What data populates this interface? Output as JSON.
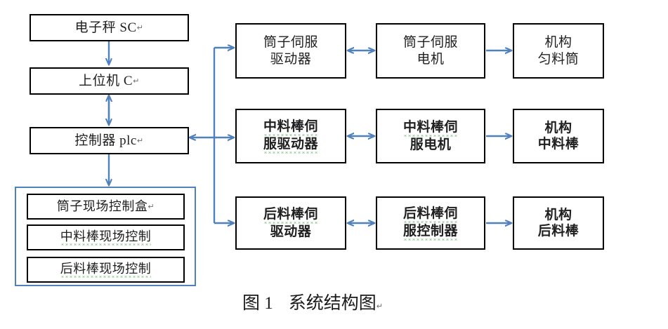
{
  "figure": {
    "caption_label": "图 1",
    "caption_title": "系统结构图",
    "caption_mark": "↵"
  },
  "colors": {
    "connector_blue": "#4F81BD",
    "box_border": "#000000",
    "group_border": "#4F81BD",
    "spellcheck_underline": "#3F9A3F",
    "background": "#FFFFFF"
  },
  "left_column": {
    "nodes": [
      {
        "id": "scale",
        "line1": "电子秤 SC",
        "line2": "",
        "mark": "↵"
      },
      {
        "id": "host-computer",
        "line1": "上位机 C",
        "line2": "",
        "mark": "↵"
      },
      {
        "id": "plc-controller",
        "line1": "控制器 plc",
        "line2": "",
        "mark": "↵"
      }
    ]
  },
  "field_control_group": {
    "items": [
      {
        "id": "bobbin-field-control-box",
        "label": "筒子现场控制盒",
        "mark": "↵",
        "spellcheck": false
      },
      {
        "id": "middle-rod-field-control",
        "label": "中料棒现场控制",
        "mark": "",
        "spellcheck": true
      },
      {
        "id": "rear-rod-field-control",
        "label": "后料棒现场控制",
        "mark": "",
        "spellcheck": true
      }
    ]
  },
  "right_rows": [
    {
      "id": "bobbin-row",
      "bold": false,
      "driver": {
        "line1": "筒子伺服",
        "line2": "驱动器",
        "mark1": "↵",
        "mark2": "↵",
        "spellcheck": false
      },
      "motor": {
        "line1": "筒子伺服",
        "line2": "电机",
        "mark1": "↵",
        "mark2": "↵",
        "spellcheck": false
      },
      "mechanism": {
        "line1": "机构",
        "line2": "匀料筒",
        "mark1": "↵",
        "mark2": "↵",
        "spellcheck": false
      }
    },
    {
      "id": "middle-rod-row",
      "bold": true,
      "driver": {
        "line1": "中料棒伺",
        "line2": "服驱动器",
        "mark1": "",
        "mark2": "↵",
        "spellcheck": true
      },
      "motor": {
        "line1": "中料棒伺",
        "line2": "服电机",
        "mark1": "↵",
        "mark2": "↵",
        "spellcheck": true
      },
      "mechanism": {
        "line1": "机构",
        "line2": "中料棒",
        "mark1": "↵",
        "mark2": "↵",
        "spellcheck": false
      }
    },
    {
      "id": "rear-rod-row",
      "bold": true,
      "driver": {
        "line1": "后料棒伺",
        "line2": "驱动器",
        "mark1": "↵",
        "mark2": "↵",
        "spellcheck": true
      },
      "motor": {
        "line1": "后料棒伺",
        "line2": "服控制器",
        "mark1": "",
        "mark2": "↵",
        "spellcheck": true
      },
      "mechanism": {
        "line1": "机构",
        "line2": "后料棒",
        "mark1": "↵",
        "mark2": "↵",
        "spellcheck": false
      }
    }
  ],
  "connectors": [
    {
      "id": "scale-to-host",
      "type": "arrow-down",
      "label": ""
    },
    {
      "id": "host-to-plc",
      "type": "double-arrow-vert",
      "label": ""
    },
    {
      "id": "plc-to-field-group",
      "type": "arrow-down",
      "label": ""
    },
    {
      "id": "plc-to-bus",
      "type": "double-arrow-horz",
      "label": ""
    },
    {
      "id": "bus-to-bobbin-driver",
      "type": "arrow-right",
      "label": ""
    },
    {
      "id": "bus-to-rear-driver",
      "type": "arrow-right",
      "label": ""
    },
    {
      "id": "bobbin-driver-motor",
      "type": "double-arrow-horz",
      "label": ""
    },
    {
      "id": "bobbin-motor-mech",
      "type": "arrow-right",
      "label": ""
    },
    {
      "id": "middle-driver-motor",
      "type": "double-arrow-horz",
      "label": ""
    },
    {
      "id": "middle-motor-mech",
      "type": "arrow-right",
      "label": ""
    },
    {
      "id": "rear-driver-motor",
      "type": "double-arrow-horz",
      "label": ""
    },
    {
      "id": "rear-motor-mech",
      "type": "arrow-right",
      "label": ""
    }
  ]
}
